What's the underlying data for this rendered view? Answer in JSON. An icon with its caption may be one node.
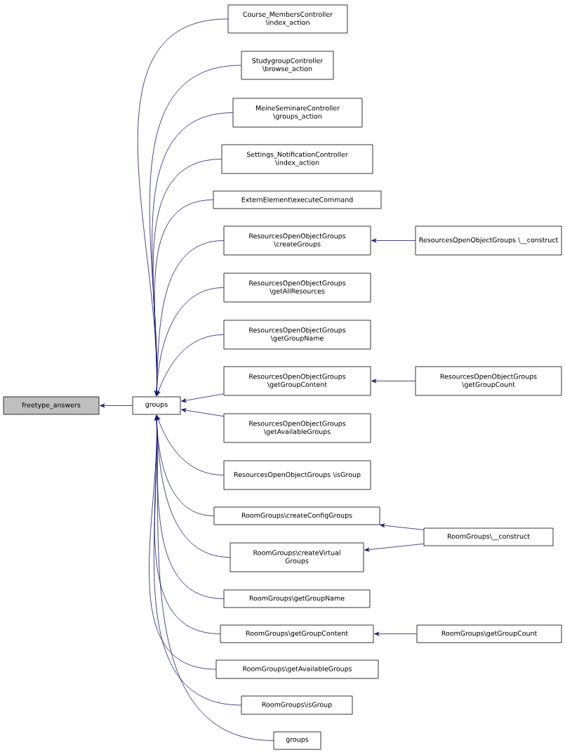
{
  "diagram": {
    "nodes": [
      {
        "text": [
          "freetype_answers"
        ]
      },
      {
        "text": [
          "groups"
        ]
      },
      {
        "text": [
          "Course_MembersController \\index_action"
        ]
      },
      {
        "text": [
          "StudygroupController \\browse_action"
        ]
      },
      {
        "text": [
          "MeineSeminareController \\groups_action"
        ]
      },
      {
        "text": [
          "Settings_NotificationController \\index_action"
        ]
      },
      {
        "text": [
          "ExternElement\\executeCommand"
        ]
      },
      {
        "text": [
          "ResourcesOpenObjectGroups \\createGroups"
        ]
      },
      {
        "text": [
          "ResourcesOpenObjectGroups \\__construct"
        ]
      },
      {
        "text": [
          "ResourcesOpenObjectGroups \\getAllResources"
        ]
      },
      {
        "text": [
          "ResourcesOpenObjectGroups \\getGroupName"
        ]
      },
      {
        "text": [
          "ResourcesOpenObjectGroups \\getGroupContent"
        ]
      },
      {
        "text": [
          "ResourcesOpenObjectGroups \\getGroupCount"
        ]
      },
      {
        "text": [
          "ResourcesOpenObjectGroups \\getAvailableGroups"
        ]
      },
      {
        "text": [
          "ResourcesOpenObjectGroups \\isGroup"
        ]
      },
      {
        "text": [
          "RoomGroups\\createConfigGroups"
        ]
      },
      {
        "text": [
          "RoomGroups\\createVirtual Groups"
        ]
      },
      {
        "text": [
          "RoomGroups\\__construct"
        ]
      },
      {
        "text": [
          "RoomGroups\\getGroupName"
        ]
      },
      {
        "text": [
          "RoomGroups\\getGroupContent"
        ]
      },
      {
        "text": [
          "RoomGroups\\getGroupCount"
        ]
      },
      {
        "text": [
          "RoomGroups\\getAvailableGroups"
        ]
      },
      {
        "text": [
          "RoomGroups\\isGroup"
        ]
      },
      {
        "text": [
          "groups"
        ]
      }
    ],
    "edges": [
      {
        "from": 1,
        "to": 0,
        "arrow": "to"
      },
      {
        "from": 2,
        "to": 1,
        "arrow": "to"
      },
      {
        "from": 3,
        "to": 1,
        "arrow": "to"
      },
      {
        "from": 4,
        "to": 1,
        "arrow": "to"
      },
      {
        "from": 5,
        "to": 1,
        "arrow": "to"
      },
      {
        "from": 6,
        "to": 1,
        "arrow": "to"
      },
      {
        "from": 7,
        "to": 1,
        "arrow": "to"
      },
      {
        "from": 8,
        "to": 7,
        "arrow": "to"
      },
      {
        "from": 9,
        "to": 1,
        "arrow": "to"
      },
      {
        "from": 10,
        "to": 1,
        "arrow": "to"
      },
      {
        "from": 11,
        "to": 1,
        "arrow": "to"
      },
      {
        "from": 12,
        "to": 11,
        "arrow": "to"
      },
      {
        "from": 13,
        "to": 1,
        "arrow": "to"
      },
      {
        "from": 14,
        "to": 1,
        "arrow": "to"
      },
      {
        "from": 15,
        "to": 1,
        "arrow": "to"
      },
      {
        "from": 17,
        "to": 15,
        "arrow": "to"
      },
      {
        "from": 16,
        "to": 1,
        "arrow": "to"
      },
      {
        "from": 17,
        "to": 16,
        "arrow": "to"
      },
      {
        "from": 18,
        "to": 1,
        "arrow": "to"
      },
      {
        "from": 19,
        "to": 1,
        "arrow": "to"
      },
      {
        "from": 20,
        "to": 19,
        "arrow": "to"
      },
      {
        "from": 21,
        "to": 1,
        "arrow": "to"
      },
      {
        "from": 22,
        "to": 1,
        "arrow": "to"
      },
      {
        "from": 23,
        "to": 1,
        "arrow": "to"
      }
    ]
  }
}
